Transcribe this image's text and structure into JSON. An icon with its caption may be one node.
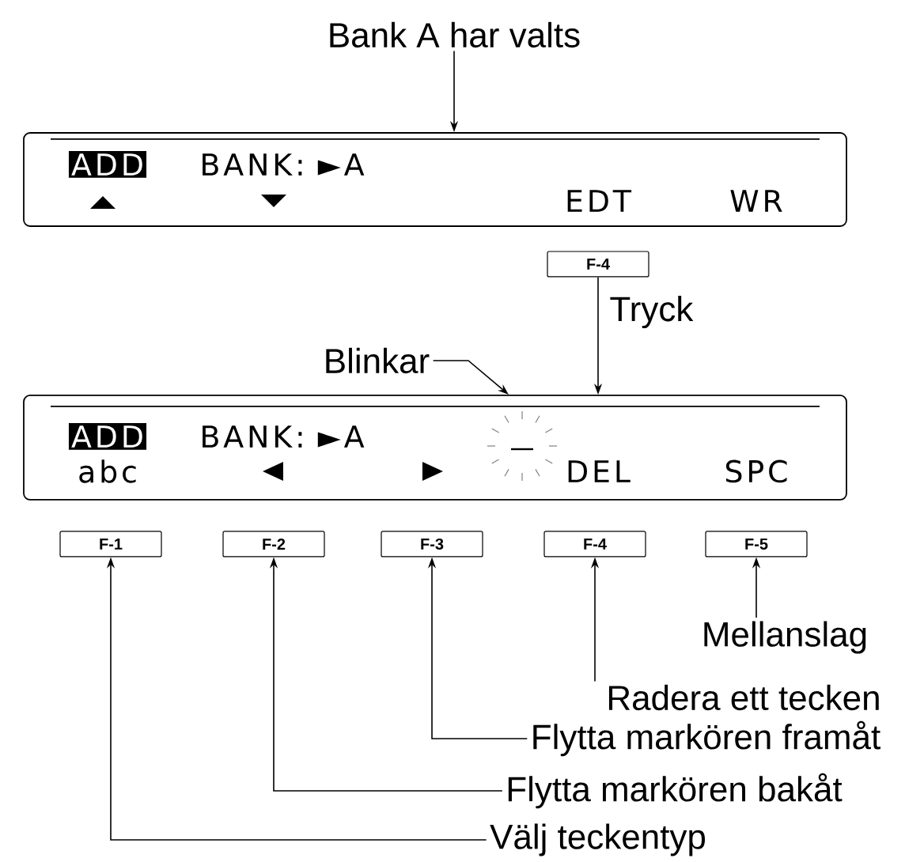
{
  "diagram": {
    "nodes": [
      {
        "text": [
          "Bank A har valts"
        ]
      },
      {
        "text": [
          "ADD",
          "BANK: ►A",
          "EDT",
          "WR"
        ]
      },
      {
        "text": [
          "F-4"
        ]
      },
      {
        "text": [
          "Blinkar"
        ]
      },
      {
        "text": [
          "ADD",
          "BANK: ►A",
          "abc",
          "DEL",
          "SPC"
        ]
      },
      {
        "text": [
          "F-1"
        ]
      },
      {
        "text": [
          "F-2"
        ]
      },
      {
        "text": [
          "F-3"
        ]
      },
      {
        "text": [
          "F-4"
        ]
      },
      {
        "text": [
          "F-5"
        ]
      },
      {
        "text": [
          "Mellanslag"
        ]
      },
      {
        "text": [
          "Radera ett tecken"
        ]
      },
      {
        "text": [
          "Flytta markören framåt"
        ]
      },
      {
        "text": [
          "Flytta markören bakåt"
        ]
      },
      {
        "text": [
          "Välj teckentyp"
        ]
      }
    ],
    "edges": [
      {
        "from": 0,
        "to": 1,
        "arrow": "to"
      },
      {
        "from": 2,
        "to": 4,
        "arrow": "to",
        "label": "Tryck"
      },
      {
        "from": 3,
        "to": 4,
        "arrow": "to"
      },
      {
        "from": 10,
        "to": 9,
        "arrow": "to"
      },
      {
        "from": 11,
        "to": 8,
        "arrow": "to"
      },
      {
        "from": 12,
        "to": 7,
        "arrow": "to"
      },
      {
        "from": 13,
        "to": 6,
        "arrow": "to"
      },
      {
        "from": 14,
        "to": 5,
        "arrow": "to"
      }
    ]
  }
}
